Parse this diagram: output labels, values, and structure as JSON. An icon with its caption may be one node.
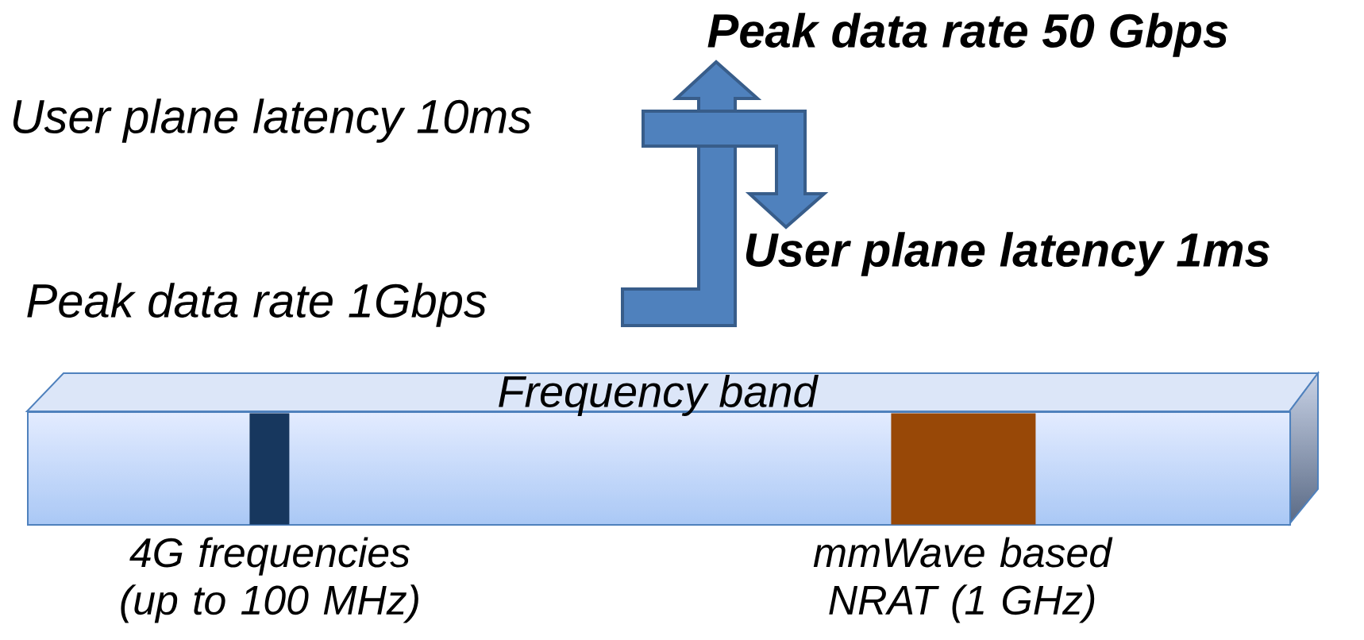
{
  "diagram": {
    "nodes": [
      {
        "text": [
          "Frequency band"
        ]
      },
      {
        "text": [],
        "shape": "bar",
        "in": 0,
        "beside": [
          "4G frequencies (up to 100 MHz)"
        ]
      },
      {
        "text": [],
        "shape": "bar",
        "in": 0,
        "beside": [
          "mmWave based NRAT (1 GHz)"
        ]
      }
    ],
    "labels": [
      "Peak data rate 50 Gbps",
      "User plane latency 10ms",
      "User plane latency 1ms",
      "Peak data rate 1Gbps"
    ]
  }
}
